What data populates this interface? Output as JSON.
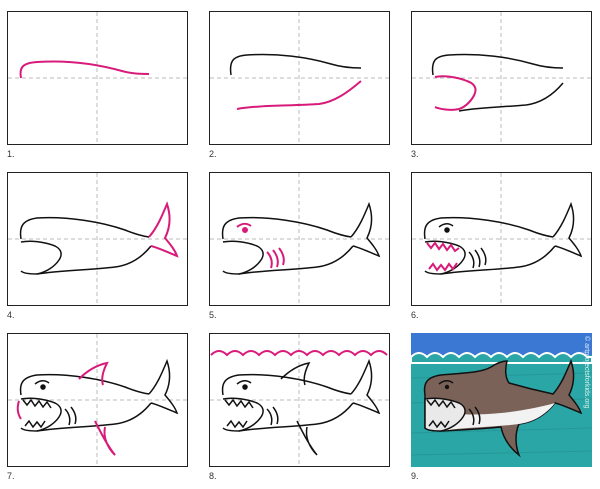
{
  "steps": [
    {
      "label": "1."
    },
    {
      "label": "2."
    },
    {
      "label": "3."
    },
    {
      "label": "4."
    },
    {
      "label": "5."
    },
    {
      "label": "6."
    },
    {
      "label": "7."
    },
    {
      "label": "8."
    },
    {
      "label": "9."
    }
  ],
  "credit": "© artprojectsforkids.org",
  "colors": {
    "new_line": "#d81b7a",
    "old_line": "#111111",
    "guide": "#bbbbbb",
    "frame": "#222222",
    "sky": "#3a78d4",
    "sea": "#2aa6a6",
    "shark_body": "#7a6258",
    "shark_belly": "#f2f2f2"
  }
}
